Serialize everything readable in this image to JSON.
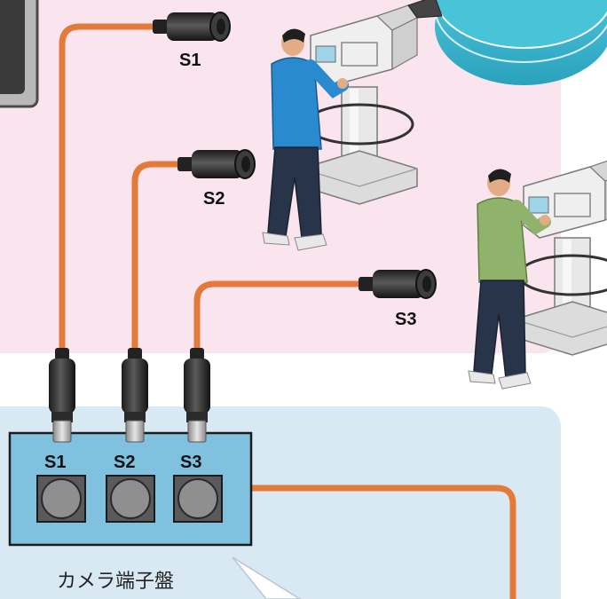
{
  "labels": {
    "cable_s1": "S1",
    "cable_s2": "S2",
    "cable_s3": "S3",
    "panel_s1": "S1",
    "panel_s2": "S2",
    "panel_s3": "S3",
    "panel_caption": "カメラ端子盤"
  },
  "colors": {
    "studio_zone": "#fae4ee",
    "control_zone": "#d9e9f3",
    "cable": "#e37a3a",
    "panel_fill": "#7fc1df",
    "panel_border": "#1b1b1b",
    "shirt_operator_1": "#2a8ad0",
    "shirt_operator_2": "#8fb36a",
    "disc": "#3ab4cc"
  }
}
